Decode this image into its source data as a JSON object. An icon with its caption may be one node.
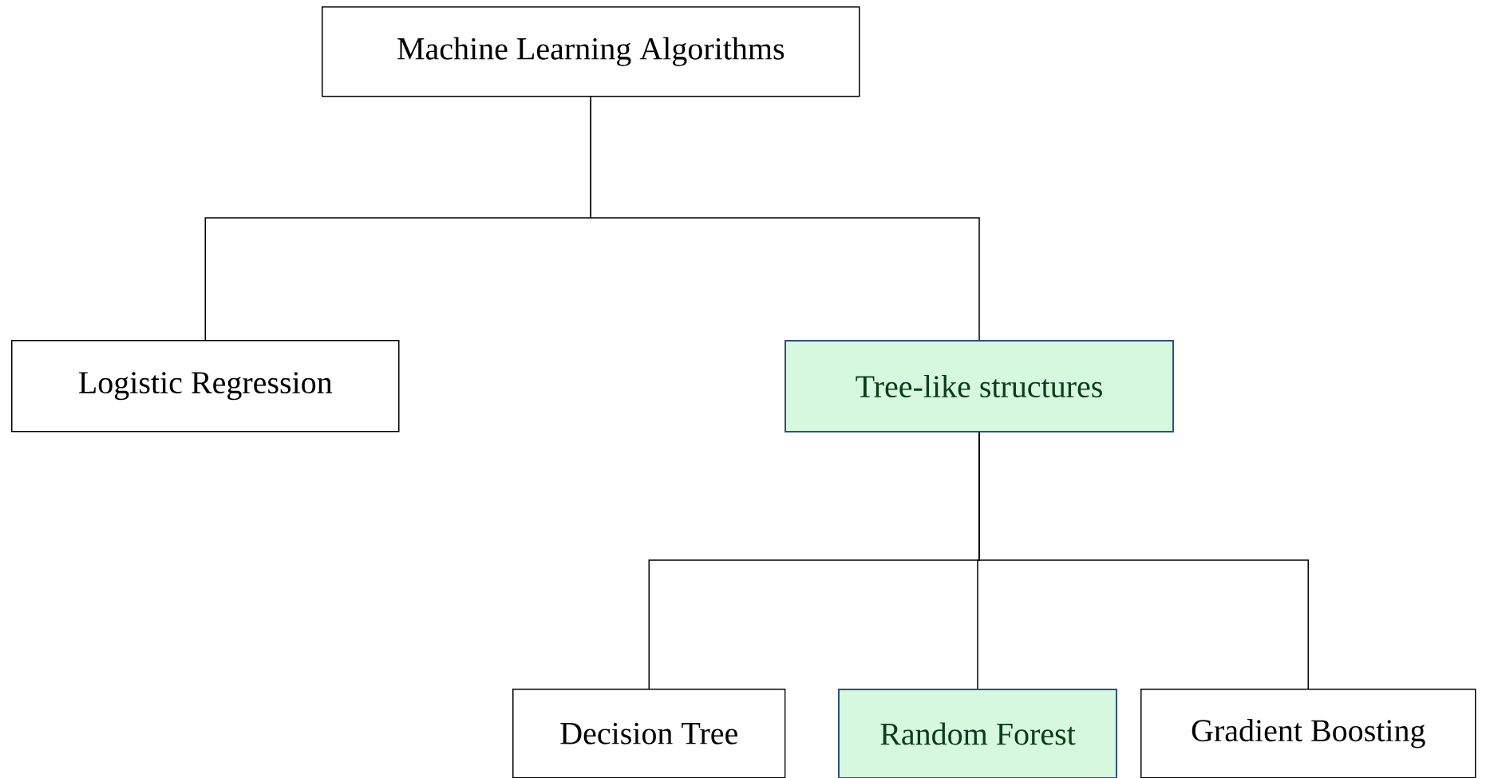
{
  "diagram": {
    "nodes": [
      {
        "text": [
          "Machine Learning Algorithms"
        ]
      },
      {
        "text": [
          "Logistic Regression"
        ]
      },
      {
        "text": [
          "Tree-like structures"
        ]
      },
      {
        "text": [
          "Decision Tree"
        ]
      },
      {
        "text": [
          "Random Forest"
        ]
      },
      {
        "text": [
          "Gradient Boosting"
        ]
      }
    ],
    "edges": [
      {
        "from": 0,
        "to": 1,
        "arrow": "none"
      },
      {
        "from": 0,
        "to": 2,
        "arrow": "none"
      },
      {
        "from": 2,
        "to": 3,
        "arrow": "none"
      },
      {
        "from": 2,
        "to": 4,
        "arrow": "none"
      },
      {
        "from": 2,
        "to": 5,
        "arrow": "none"
      }
    ]
  }
}
